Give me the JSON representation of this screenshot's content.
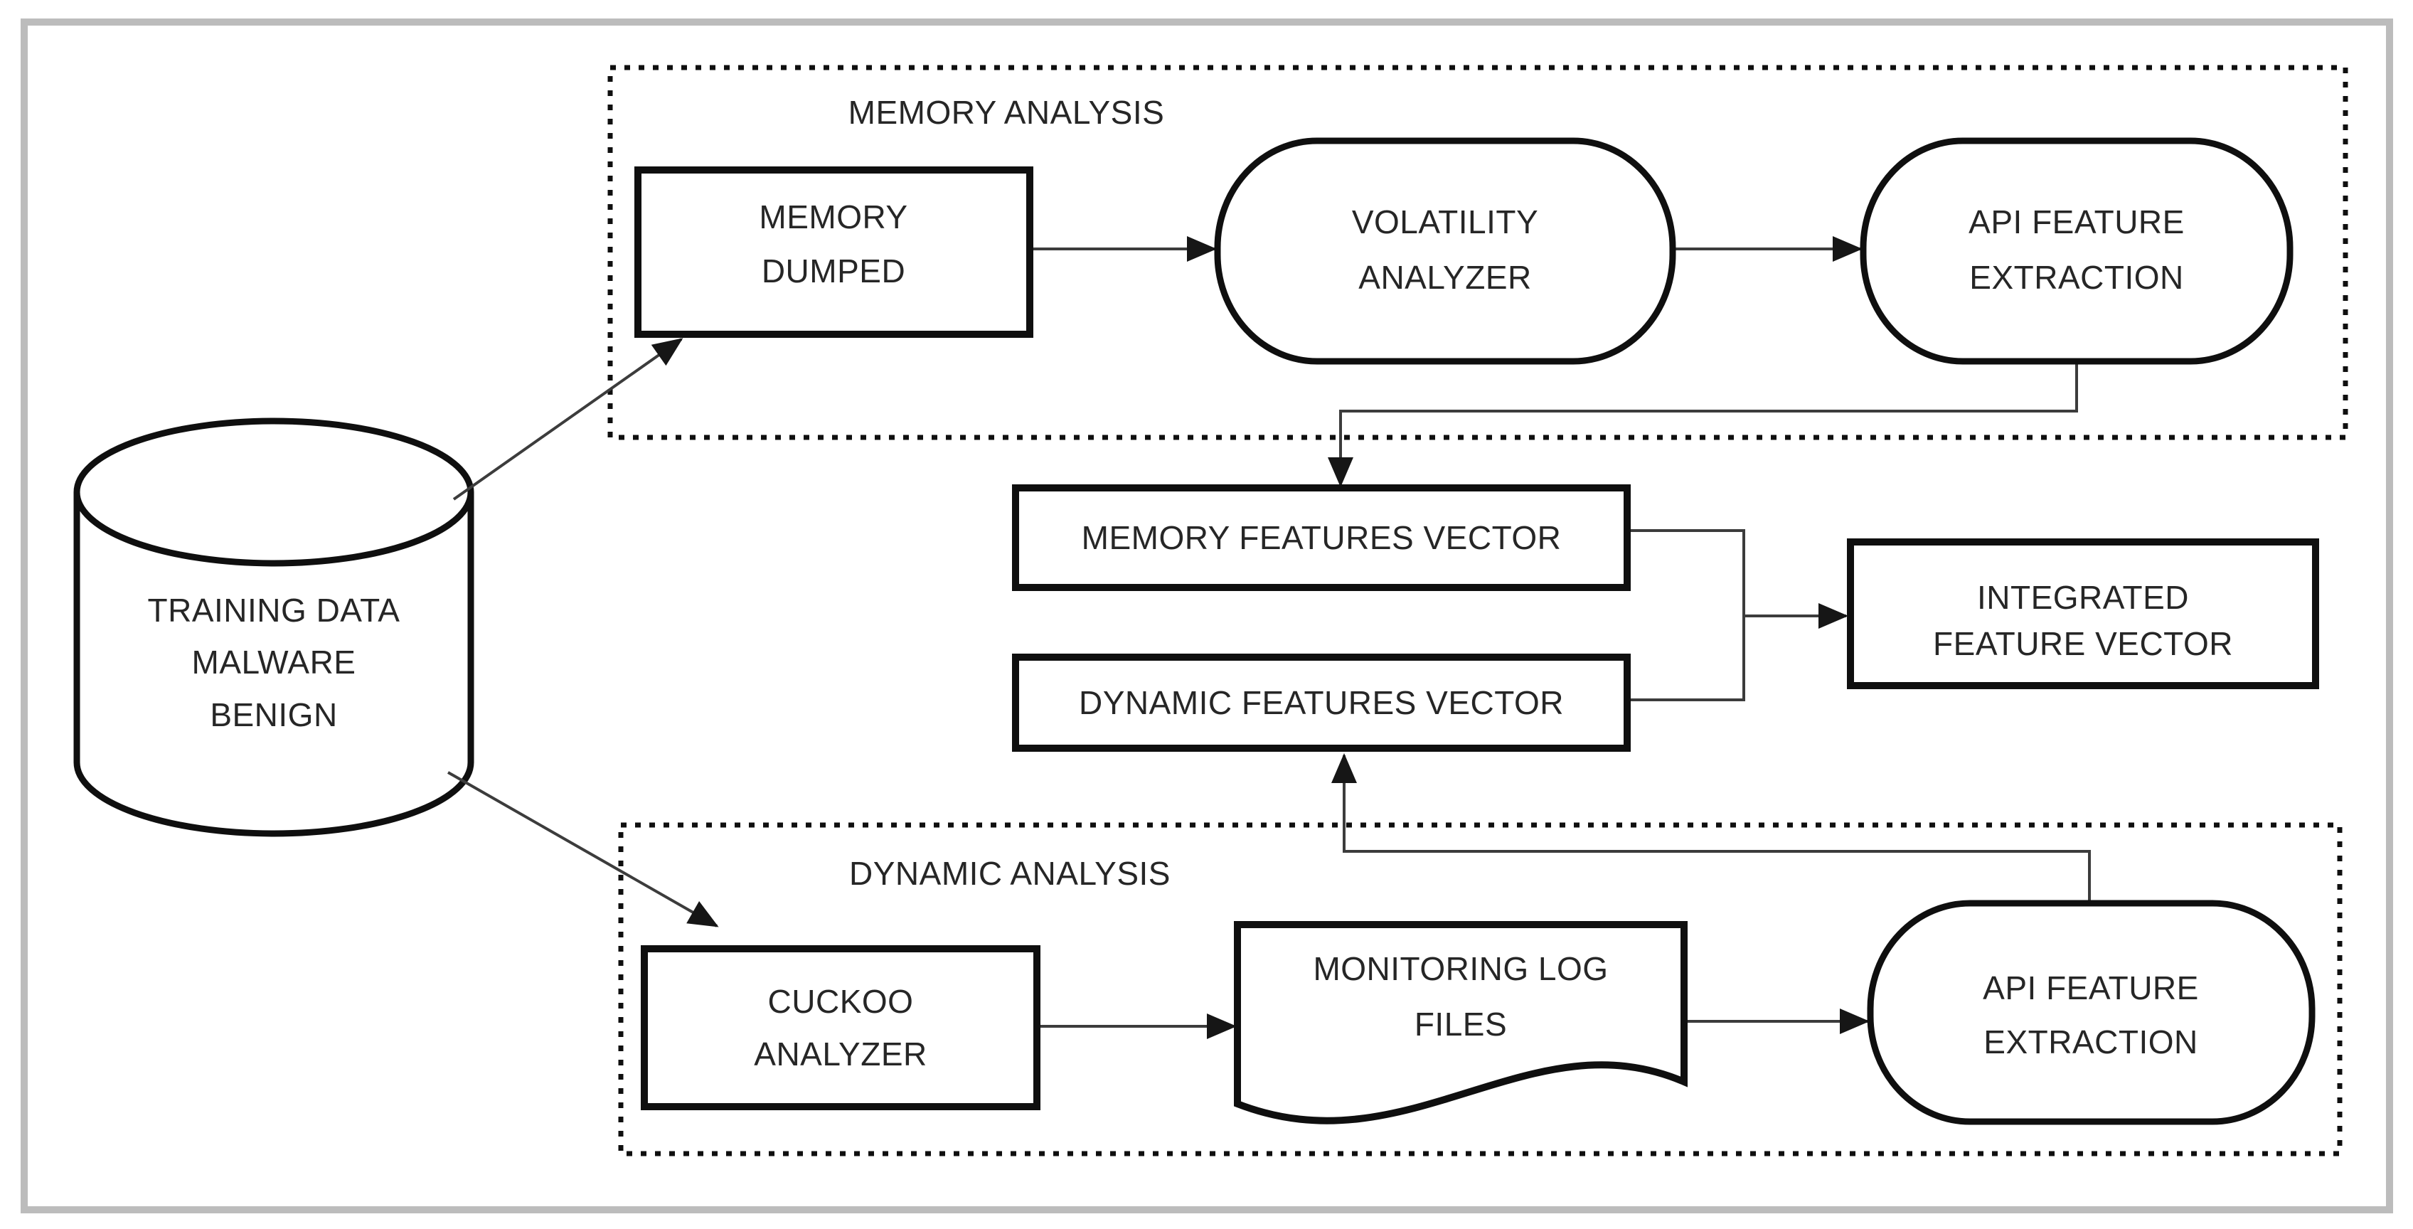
{
  "colors": {
    "background": "#ffffff",
    "frame_border": "#bcbcbc",
    "shape_stroke": "#0f0f0f",
    "connector": "#3c3c3c",
    "text": "#262626"
  },
  "sections": {
    "memory_analysis": {
      "label": "MEMORY ANALYSIS"
    },
    "dynamic_analysis": {
      "label": "DYNAMIC ANALYSIS"
    }
  },
  "nodes": {
    "training_data": {
      "shape": "cylinder",
      "lines": [
        "TRAINING DATA",
        "MALWARE",
        "BENIGN"
      ]
    },
    "memory_dumped": {
      "shape": "rectangle",
      "lines": [
        "MEMORY",
        "DUMPED"
      ]
    },
    "volatility_analyzer": {
      "shape": "rounded-rectangle",
      "lines": [
        "VOLATILITY",
        "ANALYZER"
      ]
    },
    "api_feature_extraction_memory": {
      "shape": "rounded-rectangle",
      "lines": [
        "API FEATURE",
        "EXTRACTION"
      ]
    },
    "memory_features_vector": {
      "shape": "rectangle",
      "lines": [
        "MEMORY FEATURES VECTOR"
      ]
    },
    "dynamic_features_vector": {
      "shape": "rectangle",
      "lines": [
        "DYNAMIC FEATURES VECTOR"
      ]
    },
    "integrated_feature_vector": {
      "shape": "rectangle",
      "lines": [
        "INTEGRATED",
        "FEATURE VECTOR"
      ]
    },
    "cuckoo_analyzer": {
      "shape": "rectangle",
      "lines": [
        "CUCKOO",
        "ANALYZER"
      ]
    },
    "monitoring_log_files": {
      "shape": "document",
      "lines": [
        "MONITORING LOG",
        "FILES"
      ]
    },
    "api_feature_extraction_dynamic": {
      "shape": "rounded-rectangle",
      "lines": [
        "API FEATURE",
        "EXTRACTION"
      ]
    }
  },
  "edges": [
    {
      "from": "training_data",
      "to": "memory_dumped"
    },
    {
      "from": "training_data",
      "to": "cuckoo_analyzer"
    },
    {
      "from": "memory_dumped",
      "to": "volatility_analyzer"
    },
    {
      "from": "volatility_analyzer",
      "to": "api_feature_extraction_memory"
    },
    {
      "from": "api_feature_extraction_memory",
      "to": "memory_features_vector"
    },
    {
      "from": "memory_features_vector",
      "to": "integrated_feature_vector"
    },
    {
      "from": "dynamic_features_vector",
      "to": "integrated_feature_vector"
    },
    {
      "from": "cuckoo_analyzer",
      "to": "monitoring_log_files"
    },
    {
      "from": "monitoring_log_files",
      "to": "api_feature_extraction_dynamic"
    },
    {
      "from": "api_feature_extraction_dynamic",
      "to": "dynamic_features_vector"
    }
  ]
}
